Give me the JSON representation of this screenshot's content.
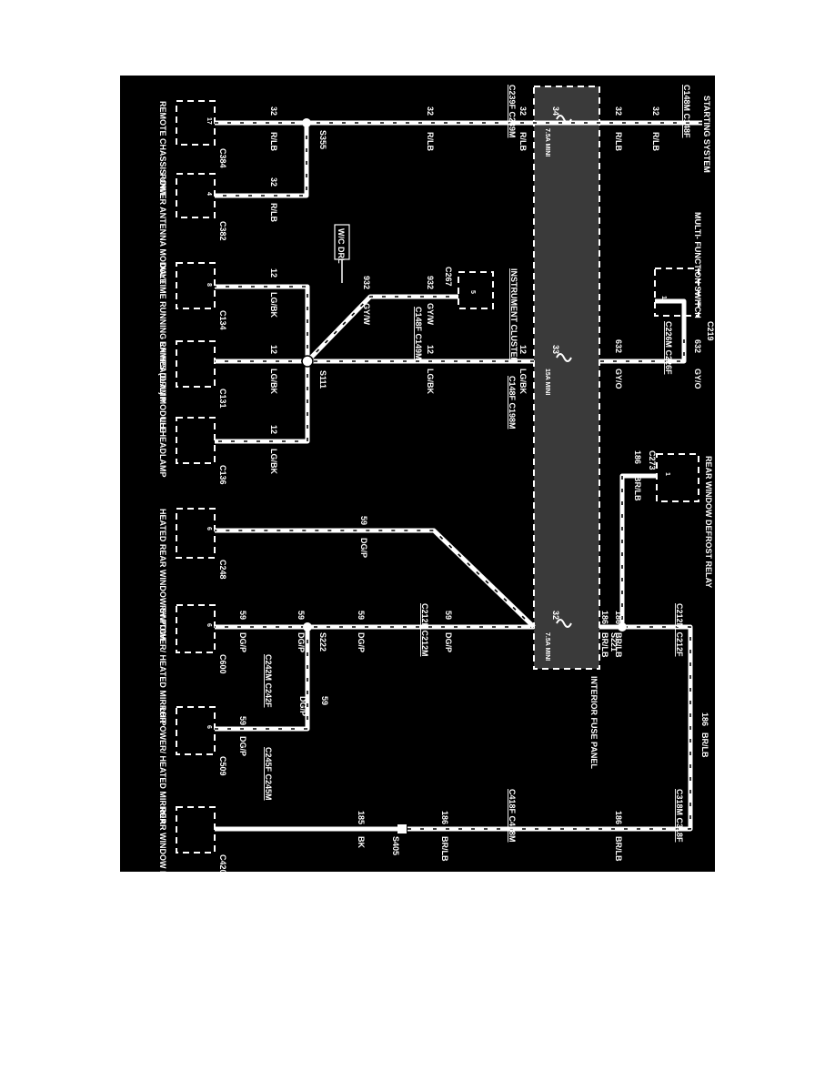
{
  "diagram": {
    "components": {
      "starting_system": "STARTING SYSTEM",
      "multifunction_switch": "MULTI- FUNCTION SWITCH",
      "instrument_cluster": "INSTRUMENT CLUSTER",
      "rear_window_defrost_relay": "REAR WINDOW DEFROST RELAY",
      "interior_fuse_panel": "INTERIOR FUSE PANEL",
      "remote_chassis_unit": "REMOTE CHASSIS UNIT",
      "power_antenna_module": "POWER ANTENNA MODULE",
      "drl_module": "DAYTIME RUNNING LAMPS (DRL) MODULE",
      "rh_headlamp": "RH HEADLAMP",
      "lh_headlamp": "LH HEADLAMP",
      "heated_rear_window_switch": "HEATED REAR WINDOW SWITCH",
      "rh_power_heated_mirror": "RH POWER/ HEATED MIRROR",
      "lh_power_heated_mirror": "LH POWER/ HEATED MIRROR",
      "rear_window_defrost_grid": "REAR WINDOW DEFROST GRID",
      "wc_drl": "W/C DRL"
    },
    "connectors": {
      "c148m_c148f": "C148M C148F",
      "c239f_c239m": "C239F C239M",
      "c219": "C219",
      "c226m_c226f": "C226M C226F",
      "c267": "C267",
      "c148f_c149m": "C148F C149M",
      "c148f_c198m": "C148F C198M",
      "c273": "C273",
      "c212m_c212f_top": "C212M C212F",
      "c212f_c212m": "C212F C212M",
      "c418f_c418m": "C418F C418M",
      "c318m_c318f": "C318M C318F",
      "c384": "C384",
      "c382": "C382",
      "c134": "C134",
      "c131": "C131",
      "c136": "C136",
      "c248": "C248",
      "c600": "C600",
      "c509": "C509",
      "c420": "C420",
      "c242m_c242f": "C242M C242F",
      "c245f_c245m": "C245F C245M"
    },
    "splices": {
      "s355": "S355",
      "s111": "S111",
      "s221": "S221",
      "s222": "S222",
      "s405": "S405"
    },
    "fuses": {
      "f34": "34",
      "f34_rating": "7.5A MINI",
      "f33": "33",
      "f33_rating": "15A MINI",
      "f32": "32",
      "f32_rating": "7.5A MINI"
    },
    "pins": {
      "p17": "17",
      "p4": "4",
      "p8": "8",
      "p12": "12",
      "p5": "5",
      "p6": "6",
      "p1": "1",
      "p6b": "6",
      "p6c": "6"
    },
    "wires": {
      "c32": "32",
      "c32_color": "R/LB",
      "c632": "632",
      "c632_color": "GY/O",
      "c12": "12",
      "c12_color": "LG/BK",
      "c932": "932",
      "c932_color": "GY/W",
      "c186": "186",
      "c186_color": "BR/LB",
      "c59": "59",
      "c59_color": "DG/P",
      "c185": "185",
      "c185_color": "BK"
    }
  }
}
